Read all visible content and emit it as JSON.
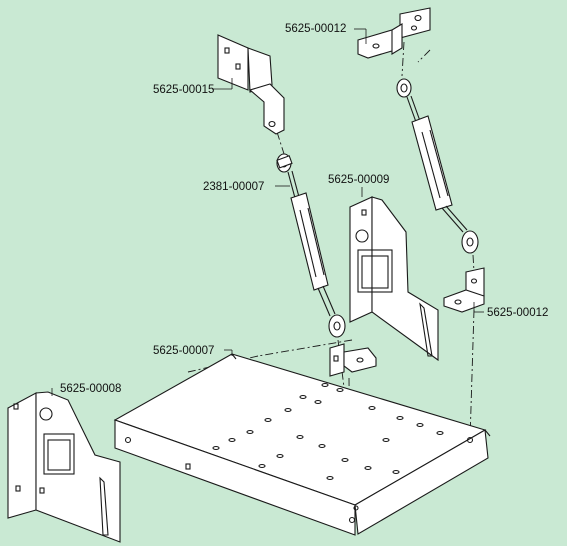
{
  "labels": {
    "bracket_top_left": "5625-00015",
    "turnbuckle": "2381-00007",
    "bracket_top_right": "5625-00012",
    "side_panel_right": "5625-00009",
    "bracket_lower_right": "5625-00012",
    "tray": "5625-00007",
    "side_panel_left": "5625-00008"
  },
  "colors": {
    "background": "#c9e9d3",
    "line": "#1a1a1a",
    "part_fill": "#ffffff"
  }
}
